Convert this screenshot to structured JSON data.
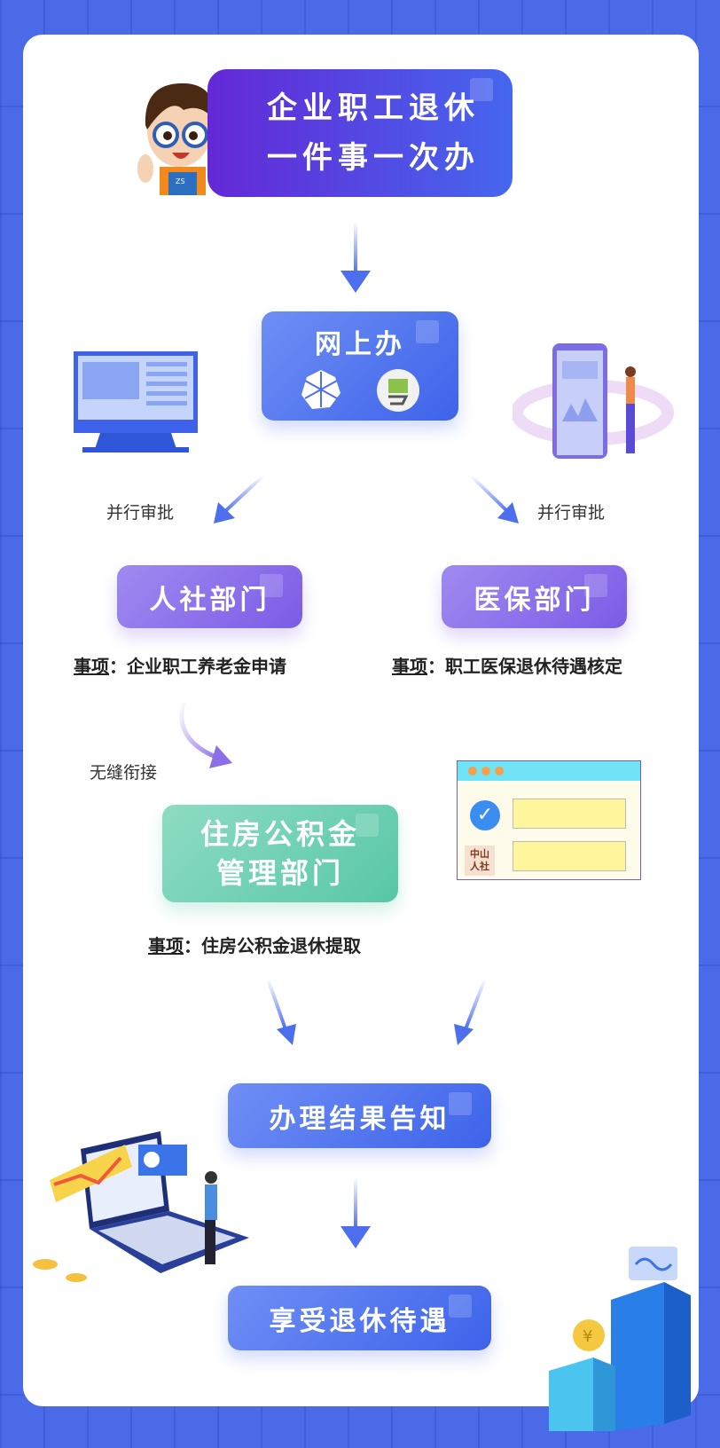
{
  "title": {
    "line1": "企业职工退休",
    "line2": "一件事一次办"
  },
  "online": {
    "label": "网上办"
  },
  "parallel_left": "并行审批",
  "parallel_right": "并行审批",
  "dept_hr": {
    "label": "人社部门",
    "item_prefix": "事项",
    "item_sep": "：",
    "item": "企业职工养老金申请"
  },
  "dept_medical": {
    "label": "医保部门",
    "item_prefix": "事项",
    "item_sep": "：",
    "item": "职工医保退休待遇核定"
  },
  "seamless": "无缝衔接",
  "dept_housing": {
    "line1": "住房公积金",
    "line2": "管理部门",
    "item_prefix": "事项",
    "item_sep": "：",
    "item": "住房公积金退休提取"
  },
  "result": {
    "label": "办理结果告知"
  },
  "enjoy": {
    "label": "享受退休待遇"
  },
  "window_stamp": {
    "line1": "中山",
    "line2": "人社"
  },
  "mascot_badge": "ZS"
}
